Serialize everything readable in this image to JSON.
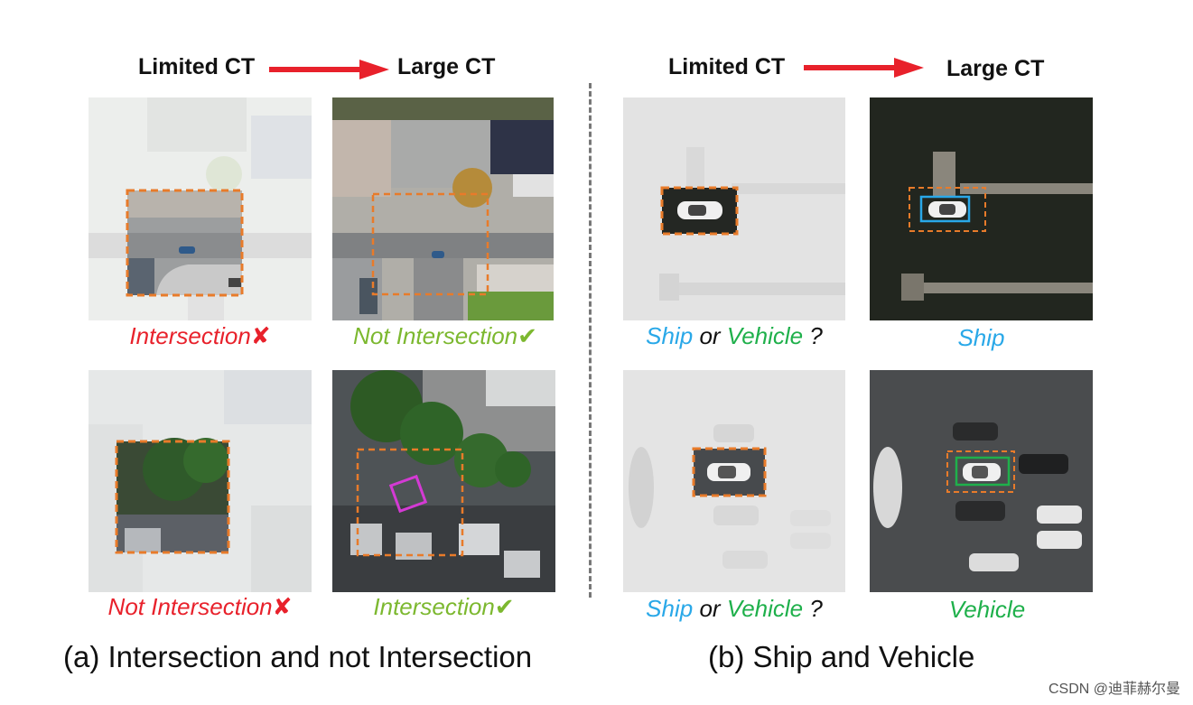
{
  "headers": {
    "left_from": "Limited CT",
    "left_to": "Large CT",
    "right_from": "Limited CT",
    "right_to": "Large CT"
  },
  "labels_a": {
    "r1_left": "Intersection",
    "r1_right": "Not Intersection",
    "r2_left": "Not Intersection",
    "r2_right": "Intersection",
    "cross": "✘",
    "check": "✔"
  },
  "labels_b": {
    "ship": "Ship",
    "or": "or",
    "vehicle": "Vehicle",
    "q": "?",
    "r1_answer": "Ship",
    "r2_answer": "Vehicle"
  },
  "captions": {
    "a": "(a) Intersection and not Intersection",
    "b": "(b) Ship and Vehicle"
  },
  "watermark": "CSDN @迪菲赫尔曼",
  "colors": {
    "arrow": "#e8212b",
    "wrong": "#e8212b",
    "right": "#7cb82f",
    "ship": "#29a8e8",
    "vehicle": "#1fb04b",
    "dashed_box": "#e87b2a",
    "magenta_box": "#d43ad4"
  }
}
